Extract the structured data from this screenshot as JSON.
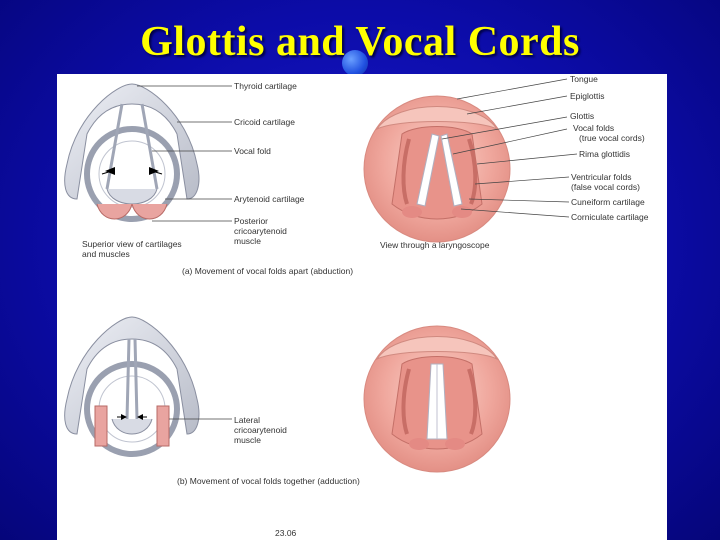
{
  "slide": {
    "title": "Glottis and Vocal Cords"
  },
  "figure_top": {
    "left_labels": [
      "Thyroid cartilage",
      "Cricoid cartilage",
      "Vocal fold",
      "Arytenoid cartilage",
      "Posterior",
      "cricoarytenoid",
      "muscle"
    ],
    "right_labels": [
      "Tongue",
      "Epiglottis",
      "Glottis",
      "Vocal folds",
      "(true vocal cords)",
      "Rima glottidis",
      "Ventricular folds",
      "(false vocal cords)",
      "Cuneiform cartilage",
      "Corniculate cartilage"
    ],
    "caption_superior_1": "Superior view of cartilages",
    "caption_superior_2": "and muscles",
    "caption_view": "View through a laryngoscope",
    "caption_panel": "(a) Movement of vocal folds apart (abduction)"
  },
  "figure_bottom": {
    "labels": [
      "Lateral",
      "cricoarytenoid",
      "muscle"
    ],
    "caption_panel": "(b) Movement of vocal folds together (adduction)",
    "figure_number": "23.06"
  },
  "colors": {
    "title": "#ffff00",
    "background": "#0c0ca8",
    "tissue": "#f2a9a0",
    "cartilage": "#c9ccd6"
  }
}
